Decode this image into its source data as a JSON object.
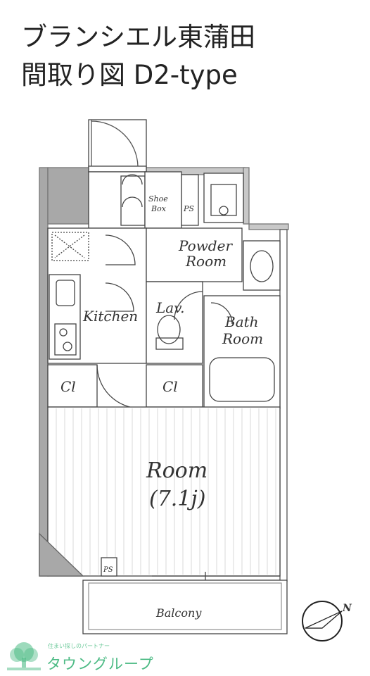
{
  "header": {
    "property_name": "ブランシエル東蒲田",
    "plan_title": "間取り図 D2-type"
  },
  "rooms": {
    "shoe_box_line1": "Shoe",
    "shoe_box_line2": "Box",
    "ps_top": "PS",
    "powder_line1": "Powder",
    "powder_line2": "Room",
    "kitchen": "Kitchen",
    "lav": "Lav.",
    "bath_line1": "Bath",
    "bath_line2": "Room",
    "closet_left": "Cl",
    "closet_right": "Cl",
    "room": "Room",
    "room_size": "(7.1j)",
    "ps_bottom": "PS",
    "balcony": "Balcony"
  },
  "compass": {
    "direction_label": "N",
    "icon": "north-arrow-icon"
  },
  "watermark": {
    "small_text": "住まい探しのパートナー",
    "brand": "タウングループ"
  },
  "colors": {
    "wall_gray": "#a8a8a8",
    "line": "#444444",
    "watermark_green": "#4dbb85"
  }
}
